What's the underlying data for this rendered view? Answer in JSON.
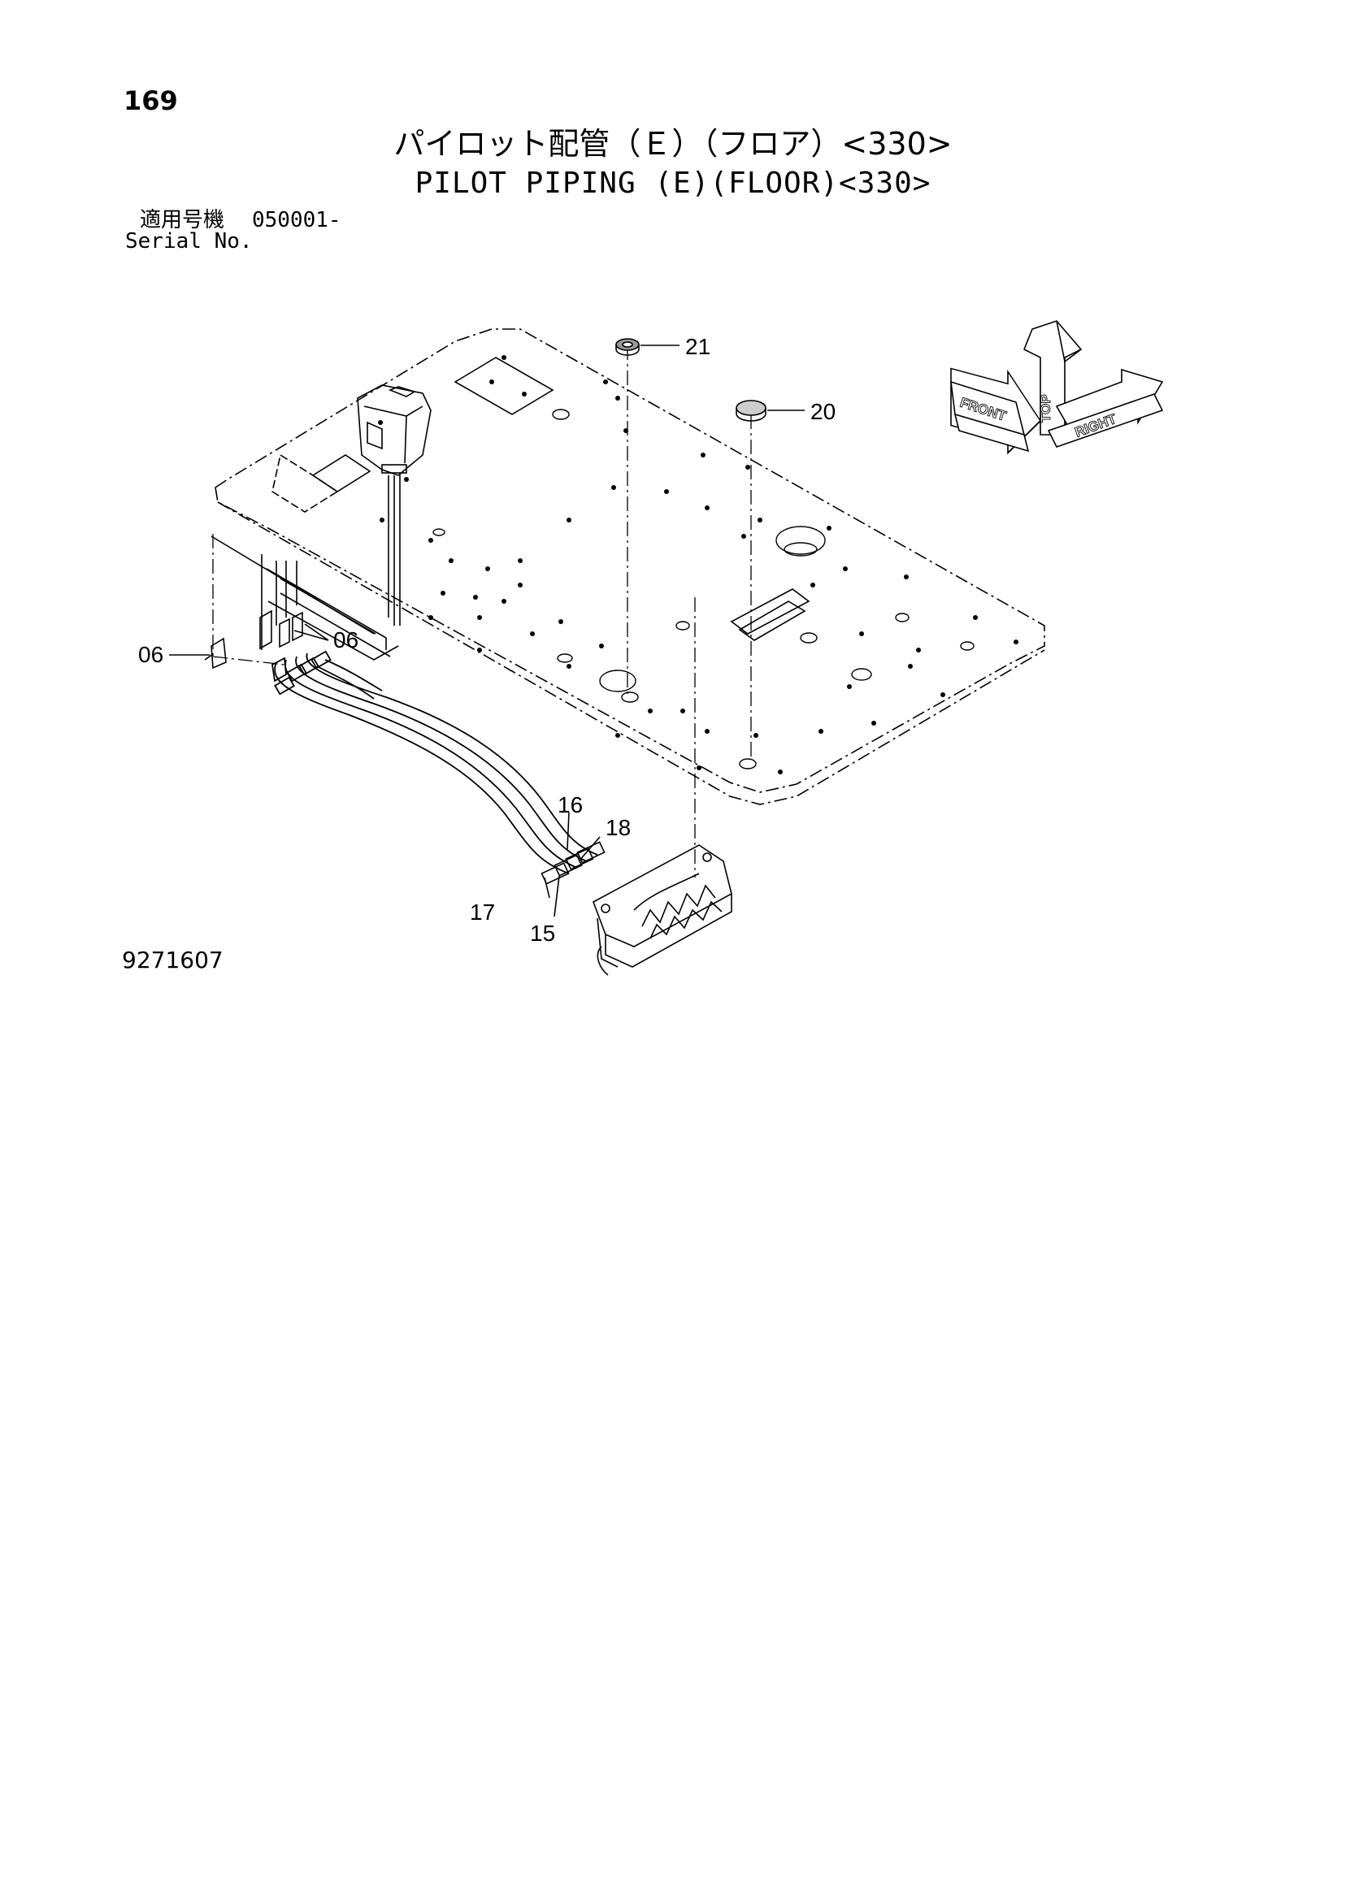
{
  "header": {
    "page_number": "169",
    "title_jp": "パイロット配管（Ｅ）（フロア）<330>",
    "title_en": "PILOT PIPING (E)(FLOOR)<330>",
    "serial_label_jp": "適用号機",
    "serial_value": "050001-",
    "serial_label_en": "Serial No."
  },
  "callouts": {
    "c21": "21",
    "c20": "20",
    "c06_left": "06",
    "c06_right": "06",
    "c16": "16",
    "c18": "18",
    "c17": "17",
    "c15": "15"
  },
  "orientation": {
    "top": "TOP",
    "front": "FRONT",
    "right": "RIGHT"
  },
  "footer": {
    "drawing_number": "9271607"
  }
}
